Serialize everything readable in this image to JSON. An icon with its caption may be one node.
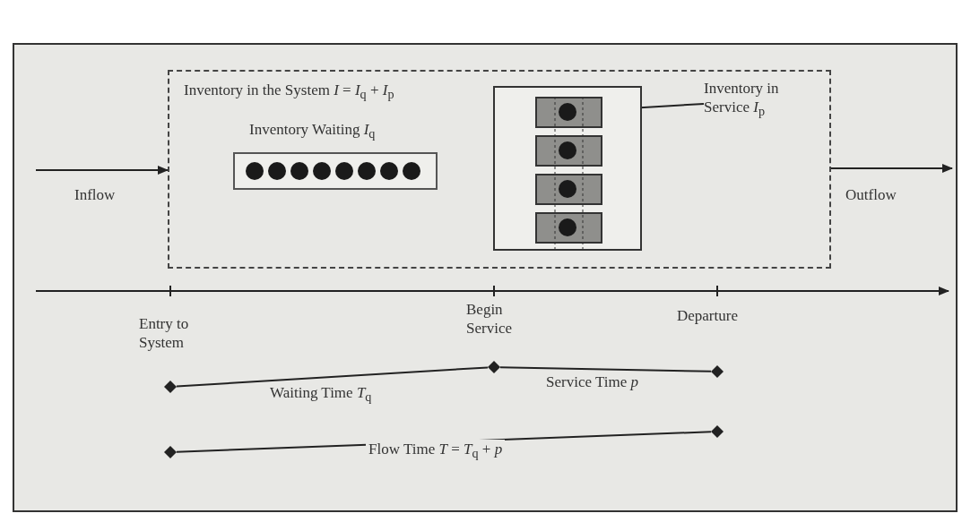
{
  "diagram": {
    "nodes": [
      {
        "text": [
          "Inventory in the System *I* = *I*$_{q}$ + *I*$_{p}$"
        ]
      },
      {
        "text": [
          "Inventory Waiting *I*$_{q}$"
        ],
        "in": 0
      },
      {
        "text": [],
        "shape": "box",
        "in": 0
      },
      {
        "text": [],
        "shape": "circle",
        "in": 2
      },
      {
        "text": [],
        "shape": "circle",
        "in": 2
      },
      {
        "text": [],
        "shape": "circle",
        "in": 2
      },
      {
        "text": [],
        "shape": "circle",
        "in": 2
      },
      {
        "text": [
          "Inventory in Service *I*$_{p}$"
        ],
        "in": 0
      },
      {
        "text": [],
        "shape": "diamond",
        "beside": [
          "Entry to System"
        ]
      },
      {
        "text": [],
        "shape": "diamond",
        "beside": [
          "Begin Service"
        ]
      },
      {
        "text": [],
        "shape": "diamond",
        "beside": [
          "Departure"
        ]
      },
      {
        "text": [],
        "shape": "diamond"
      },
      {
        "text": [],
        "shape": "diamond"
      }
    ],
    "edges": [
      {
        "from": null,
        "to": 0,
        "arrow": "to",
        "label": "Inflow"
      },
      {
        "from": 0,
        "to": null,
        "arrow": "to",
        "label": "Outflow"
      },
      {
        "from": 7,
        "to": 3,
        "arrow": "none"
      },
      {
        "from": 8,
        "to": 9,
        "arrow": "none",
        "label": "Waiting Time *T*$_{q}$"
      },
      {
        "from": 9,
        "to": 10,
        "arrow": "none",
        "label": "Service Time *p*"
      },
      {
        "from": 11,
        "to": 12,
        "arrow": "none",
        "label": "Flow Time *T* = *T*$_{q}$ + *p*"
      }
    ]
  }
}
